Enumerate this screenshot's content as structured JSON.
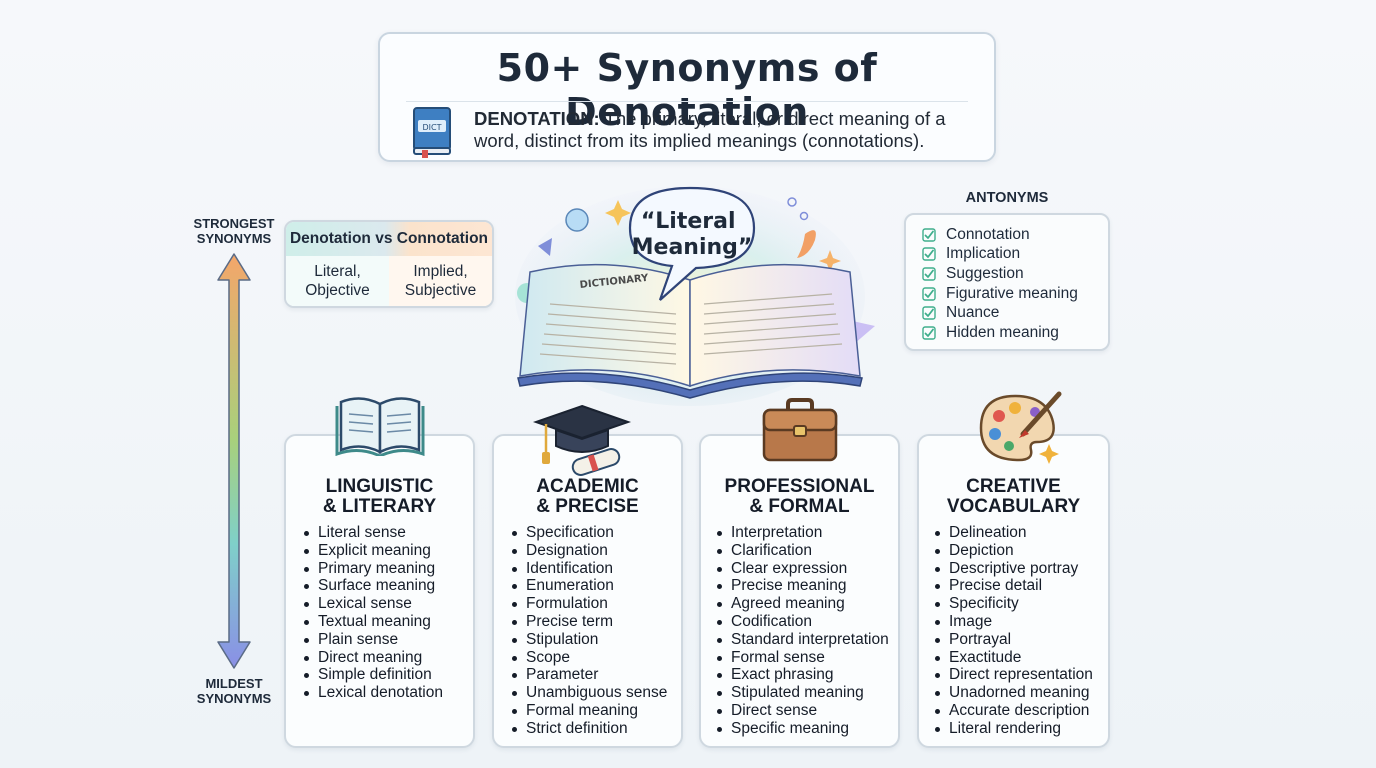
{
  "title": "50+ Synonyms of Denotation",
  "definition": {
    "term": "DENOTATION:",
    "text": "The primary, literal, or direct meaning of a word, distinct from its implied meanings (connotations).",
    "icon_label": "DICT"
  },
  "scale": {
    "top_label": "STRONGEST\nSYNONYMS",
    "bottom_label": "MILDEST\nSYNONYMS"
  },
  "comparison": {
    "header": "Denotation vs Connotation",
    "left": "Literal,\nObjective",
    "right": "Implied,\nSubjective"
  },
  "illustration": {
    "bubble_text": "“Literal\nMeaning”",
    "book_label": "DICTIONARY"
  },
  "antonyms": {
    "title": "ANTONYMS",
    "items": [
      "Connotation",
      "Implication",
      "Suggestion",
      "Figurative meaning",
      "Nuance",
      "Hidden meaning"
    ]
  },
  "categories": [
    {
      "title": "LINGUISTIC\n& LITERARY",
      "icon": "open-book-icon",
      "items": [
        "Literal sense",
        "Explicit meaning",
        "Primary meaning",
        "Surface meaning",
        "Lexical sense",
        "Textual meaning",
        "Plain sense",
        "Direct meaning",
        "Simple definition",
        "Lexical denotation"
      ]
    },
    {
      "title": "ACADEMIC\n& PRECISE",
      "icon": "graduation-cap-icon",
      "items": [
        "Specification",
        "Designation",
        "Identification",
        "Enumeration",
        "Formulation",
        "Precise term",
        "Stipulation",
        "Scope",
        "Parameter",
        "Unambiguous sense",
        "Formal meaning",
        "Strict definition"
      ]
    },
    {
      "title": "PROFESSIONAL\n& FORMAL",
      "icon": "briefcase-icon",
      "items": [
        "Interpretation",
        "Clarification",
        "Clear expression",
        "Precise meaning",
        "Agreed meaning",
        "Codification",
        "Standard interpretation",
        "Formal sense",
        "Exact phrasing",
        "Stipulated meaning",
        "Direct sense",
        "Specific meaning"
      ]
    },
    {
      "title": "CREATIVE\nVOCABULARY",
      "icon": "palette-icon",
      "items": [
        "Delineation",
        "Depiction",
        "Descriptive portray",
        "Precise detail",
        "Specificity",
        "Image",
        "Portrayal",
        "Exactitude",
        "Direct representation",
        "Unadorned meaning",
        "Accurate description",
        "Literal rendering"
      ]
    }
  ],
  "colors": {
    "teal": "#5bbfb0",
    "orange": "#f2a65a",
    "purple": "#8a7fe0",
    "check": "#3fae8c"
  }
}
